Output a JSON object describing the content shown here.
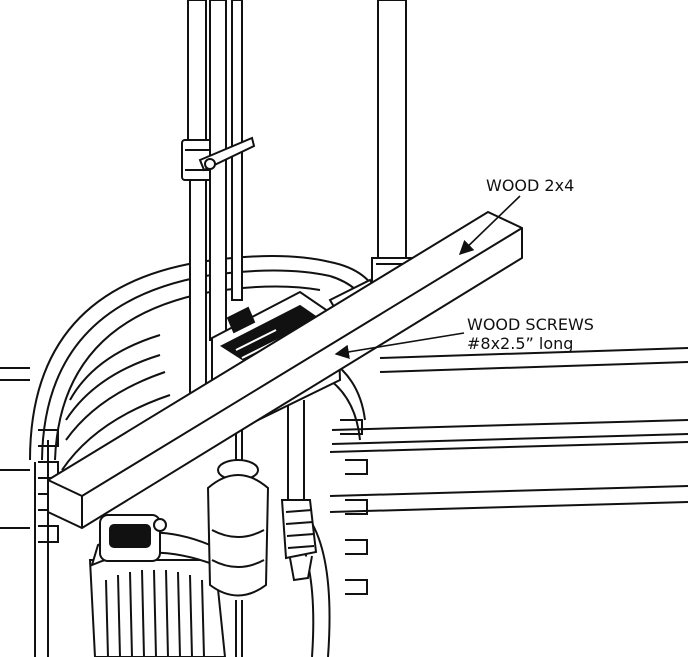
{
  "callouts": {
    "wood": {
      "text": "WOOD 2x4"
    },
    "screws": {
      "line1": "WOOD SCREWS",
      "line2": "#8x2.5” long"
    }
  },
  "colors": {
    "ink": "#111111",
    "paper": "#ffffff",
    "shade": "#d9d9d9"
  }
}
